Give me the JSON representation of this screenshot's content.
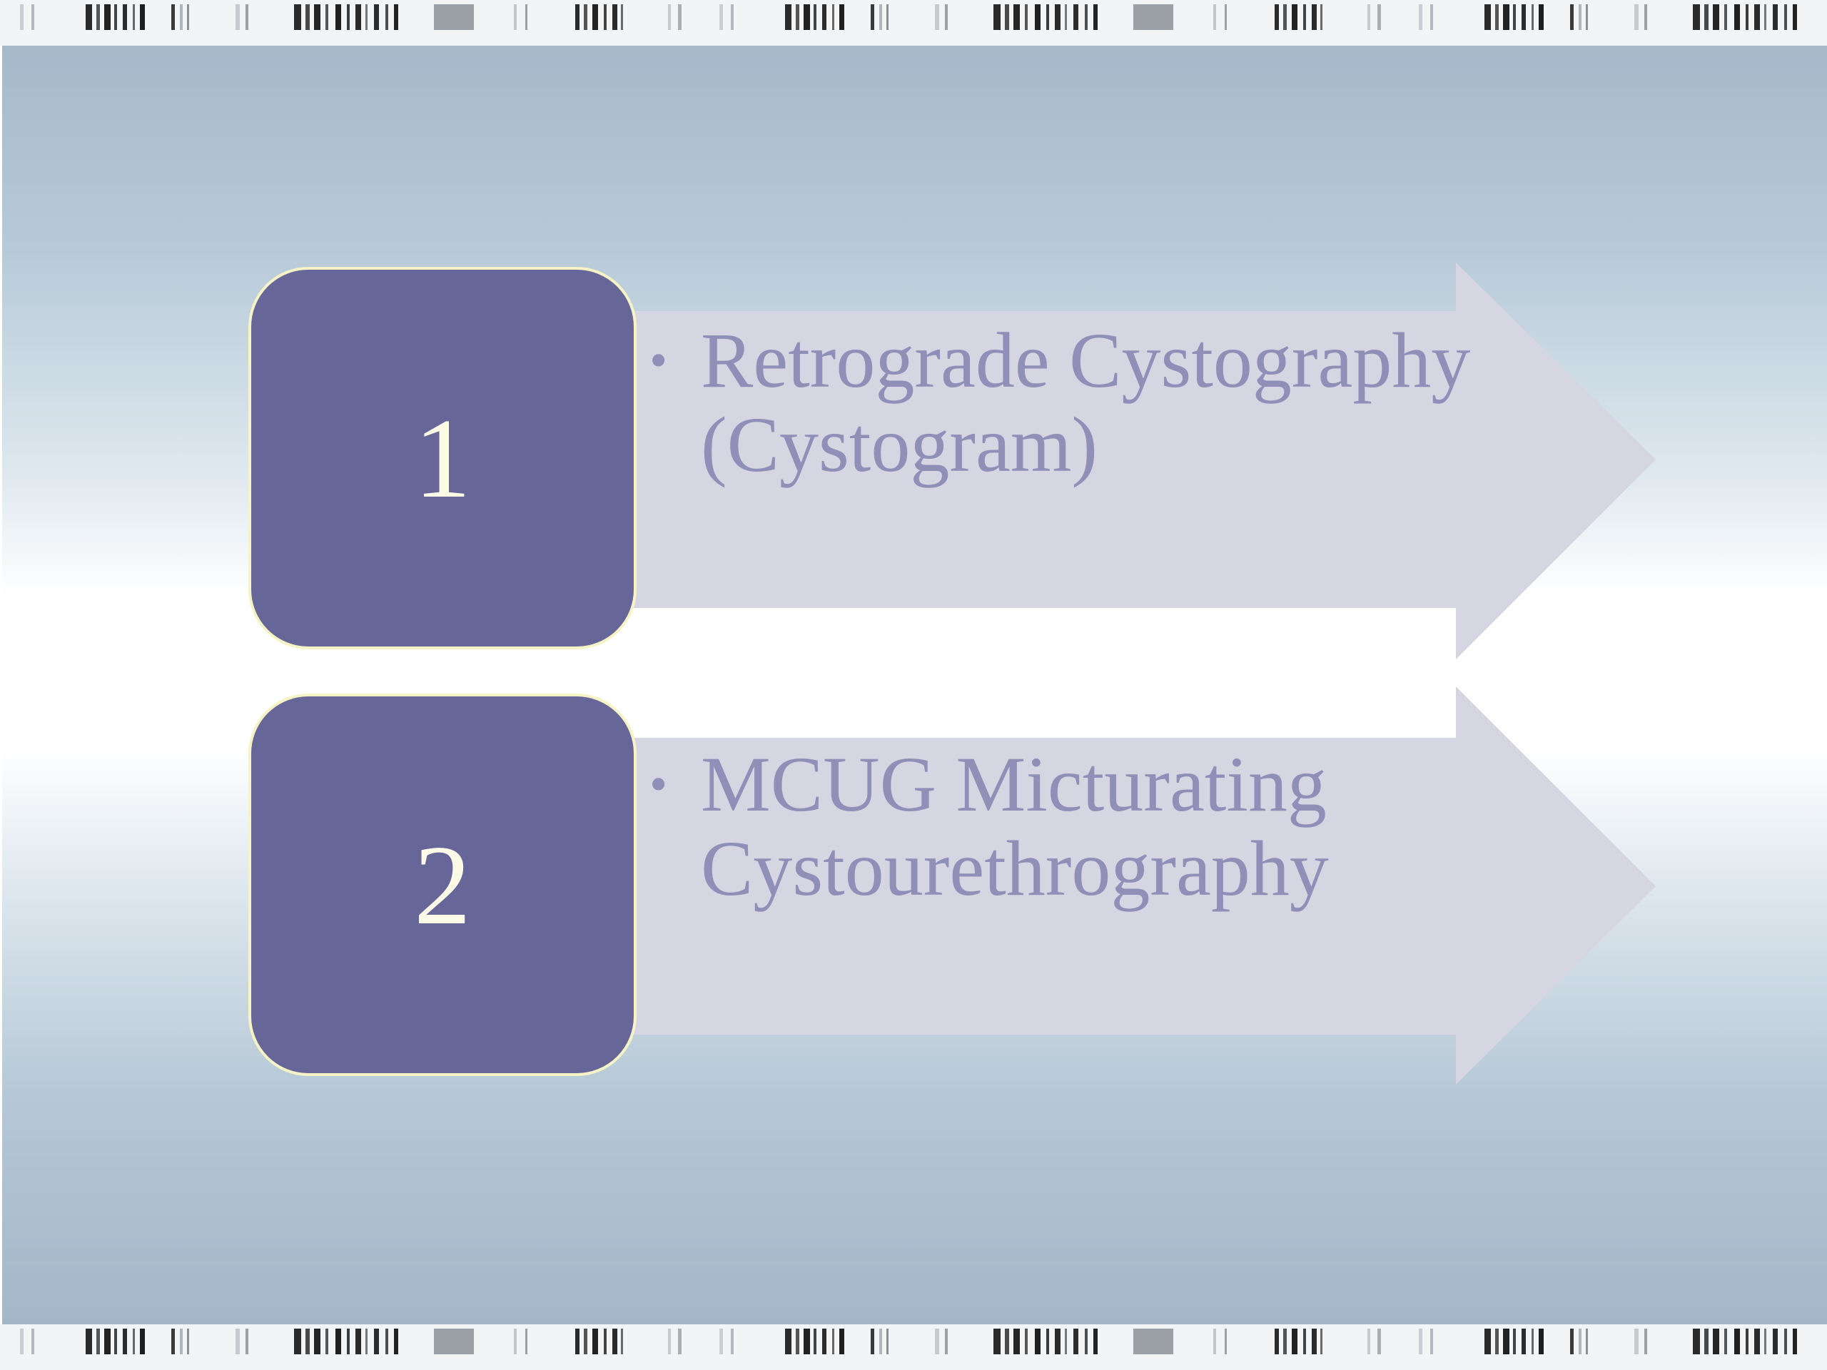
{
  "steps": [
    {
      "number": "1",
      "text": "Retrograde Cystography (Cystogram)"
    },
    {
      "number": "2",
      "text": "MCUG Micturating Cystourethrography"
    }
  ],
  "colors": {
    "number_box_fill": "#666699",
    "number_box_border": "#f6f3c6",
    "number_text": "#fdfbe8",
    "arrow_fill": "#d6d6e2",
    "bullet_text": "#8f8fb8"
  }
}
